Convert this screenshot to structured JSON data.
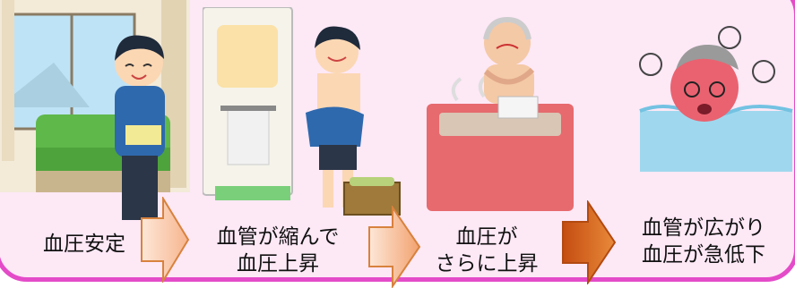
{
  "stages": [
    {
      "lines": [
        "血圧安定"
      ]
    },
    {
      "lines": [
        "血管が縮んで",
        "血圧上昇"
      ]
    },
    {
      "lines": [
        "血圧が",
        "さらに上昇"
      ]
    },
    {
      "lines": [
        "血管が広がり",
        "血圧が急低下"
      ]
    }
  ],
  "colors": {
    "frame_border": "#e44bc8",
    "background": "#fde8f6",
    "arrow_light": "#f7b58e",
    "arrow_dark": "#d9691f"
  }
}
